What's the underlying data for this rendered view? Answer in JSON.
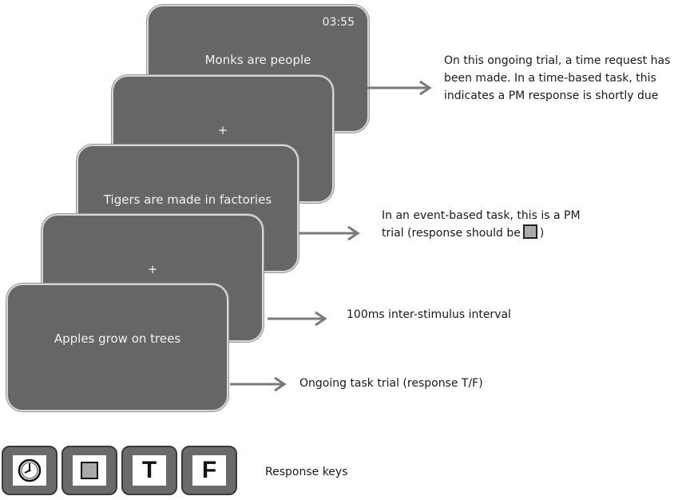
{
  "screens": {
    "s1": {
      "text": "Monks are people",
      "timer": "03:55"
    },
    "s2": {
      "text": "+"
    },
    "s3": {
      "text": "Tigers are made in factories"
    },
    "s4": {
      "text": "+"
    },
    "s5": {
      "text": "Apples grow on trees"
    }
  },
  "annotations": {
    "time_request": [
      "On this ongoing trial, a time request has",
      "been made. In a time-based task, this",
      "indicates a PM response is shortly due"
    ],
    "event_based_line1": "In an event-based task, this is a PM",
    "event_based_line2_prefix": "trial (response should be",
    "event_based_line2_suffix": ")",
    "isi": "100ms inter-stimulus interval",
    "ongoing": "Ongoing task trial (response T/F)"
  },
  "keys": {
    "clock_icon": "clock-icon",
    "square_icon": "square-icon",
    "t_label": "T",
    "f_label": "F",
    "caption": "Response keys"
  },
  "colors": {
    "screen_fill": "#666666",
    "screen_border": "#d6d6d6",
    "arrow": "#7a7a7a",
    "text_on_screen": "#f2f2f2"
  }
}
